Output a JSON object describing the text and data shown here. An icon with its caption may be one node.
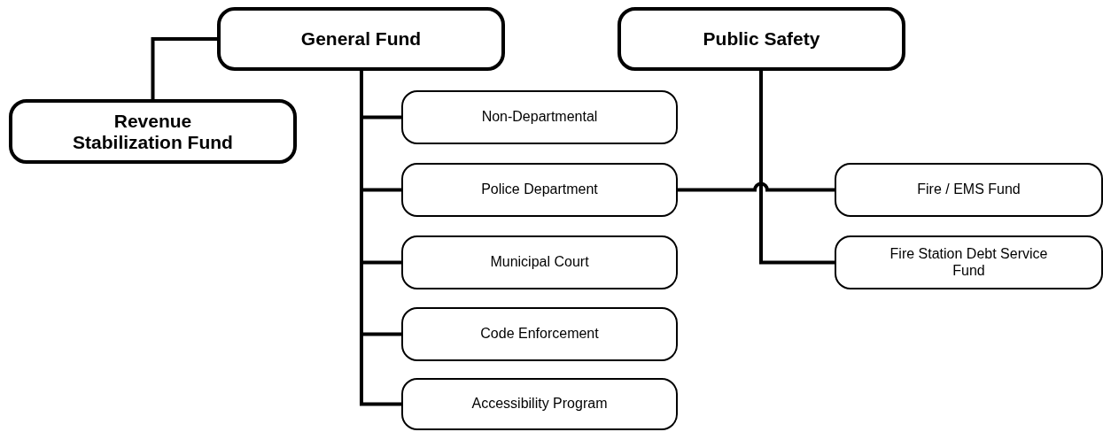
{
  "diagram": {
    "nodes": [
      {
        "text": [
          "General Fund"
        ]
      },
      {
        "text": [
          "Revenue Stabilization Fund"
        ]
      },
      {
        "text": [
          "Public Safety"
        ]
      },
      {
        "text": [
          "Non-Departmental"
        ]
      },
      {
        "text": [
          "Police Department"
        ]
      },
      {
        "text": [
          "Municipal Court"
        ]
      },
      {
        "text": [
          "Code Enforcement"
        ]
      },
      {
        "text": [
          "Accessibility Program"
        ]
      },
      {
        "text": [
          "Fire / EMS Fund"
        ]
      },
      {
        "text": [
          "Fire Station Debt Service Fund"
        ]
      }
    ],
    "edges": [
      {
        "from": 0,
        "to": 1,
        "arrow": "none"
      },
      {
        "from": 0,
        "to": 3,
        "arrow": "none"
      },
      {
        "from": 0,
        "to": 4,
        "arrow": "none"
      },
      {
        "from": 0,
        "to": 5,
        "arrow": "none"
      },
      {
        "from": 0,
        "to": 6,
        "arrow": "none"
      },
      {
        "from": 0,
        "to": 7,
        "arrow": "none"
      },
      {
        "from": 4,
        "to": 8,
        "arrow": "none"
      },
      {
        "from": 2,
        "to": 9,
        "arrow": "none"
      }
    ]
  }
}
